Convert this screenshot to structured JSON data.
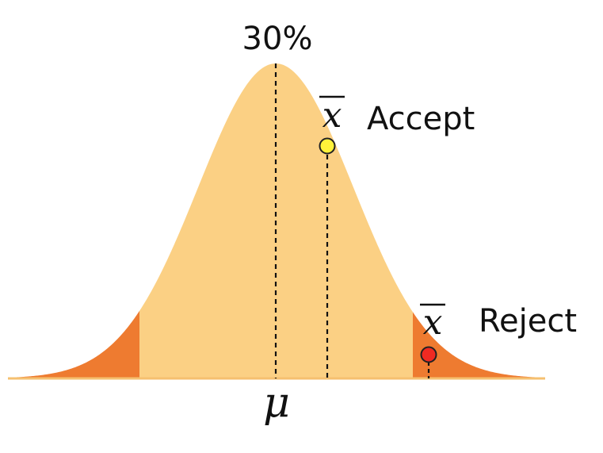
{
  "peak_label": "30%",
  "mean_symbol": "μ",
  "sample_mean_symbol": "x",
  "accept_label": "Accept",
  "reject_label": "Reject",
  "colors": {
    "curve_fill": "#FBD084",
    "tail_fill": "#EE7B30",
    "baseline": "#F5C070",
    "accept_point": "#FFF23A",
    "reject_point": "#F02A22",
    "guide_line": "#111111"
  }
}
